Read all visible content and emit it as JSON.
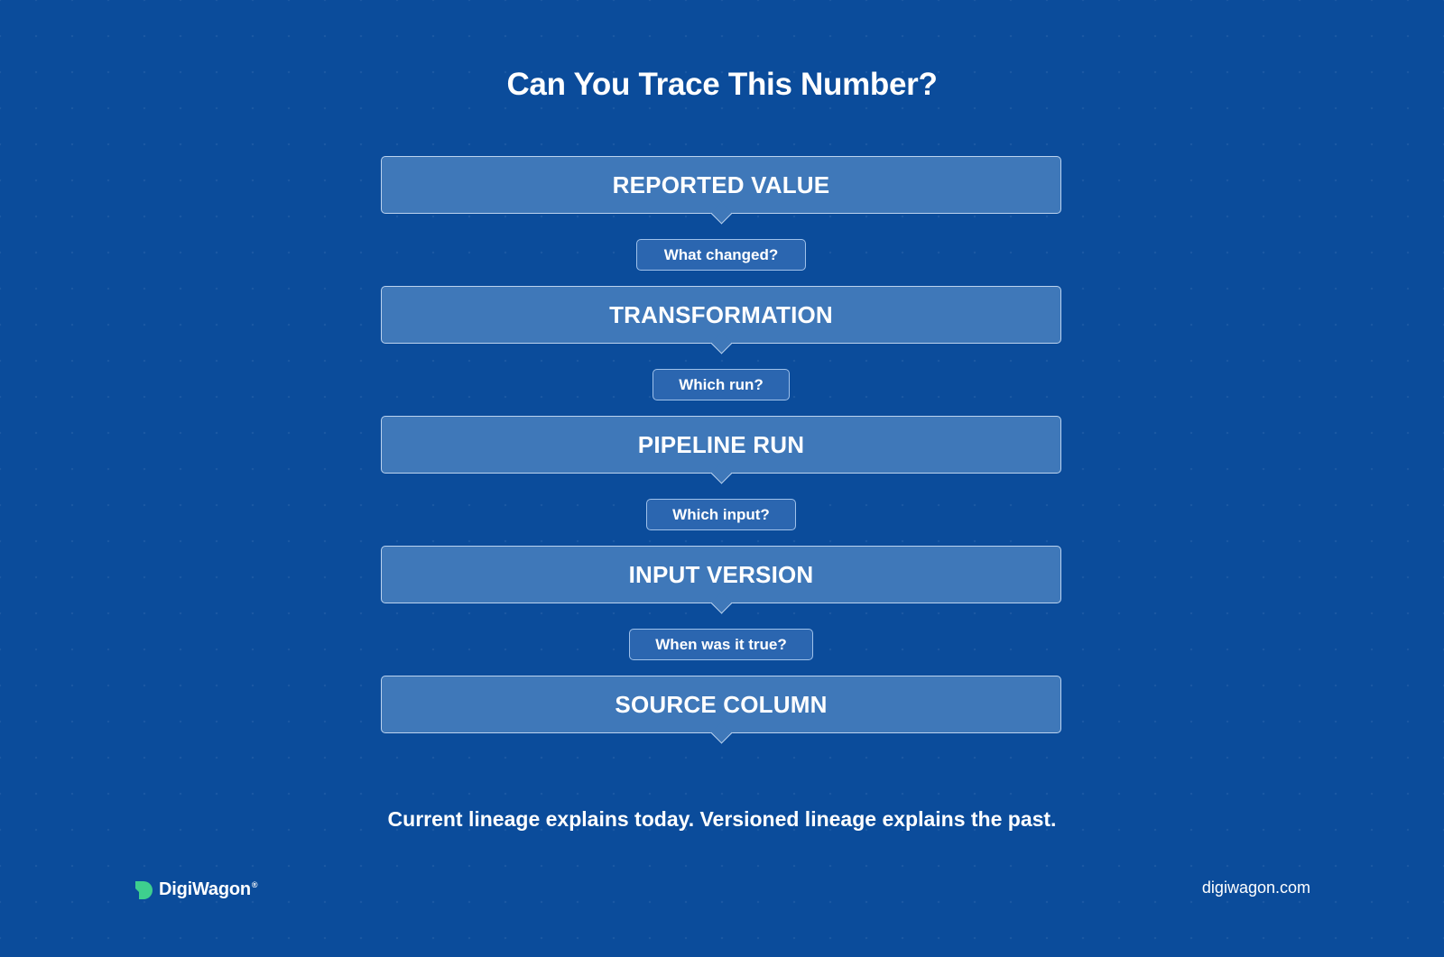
{
  "title": "Can You Trace This Number?",
  "stages": [
    {
      "label": "REPORTED VALUE"
    },
    {
      "label": "TRANSFORMATION"
    },
    {
      "label": "PIPELINE RUN"
    },
    {
      "label": "INPUT VERSION"
    },
    {
      "label": "SOURCE COLUMN"
    }
  ],
  "questions": [
    {
      "label": "What changed?"
    },
    {
      "label": "Which run?"
    },
    {
      "label": "Which input?"
    },
    {
      "label": "When was it true?"
    }
  ],
  "tagline": "Current lineage explains today. Versioned lineage explains the past.",
  "footer": {
    "brand": "DigiWagon",
    "registered_mark": "®",
    "website": "digiwagon.com"
  },
  "colors": {
    "background": "#0b4c9b",
    "stage_fill": "#3f78b9",
    "stage_border": "#bcd3ef",
    "question_fill": "#2b66b0",
    "logo_green": "#3ecf8e"
  }
}
